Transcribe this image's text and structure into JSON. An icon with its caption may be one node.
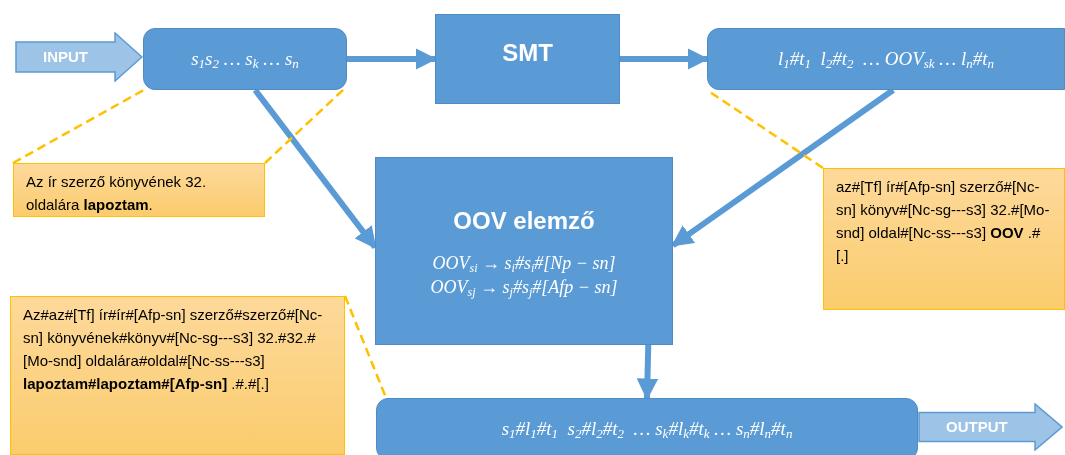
{
  "diagram": {
    "nodes": [
      {
        "text": [
          "INPUT"
        ]
      },
      {
        "text": [
          "s$_{1}$s$_{2}$ … s$_{k}$ … s$_{n}$"
        ]
      },
      {
        "text": [
          "SMT"
        ]
      },
      {
        "text": [
          "l$_{1}$#t$_{1}$  l$_{2}$#t$_{2}$  … OOV$_{sk}$ … l$_{n}$#t$_{n}$"
        ]
      },
      {
        "text": [
          "Az ír szerző könyvének 32. oldalára **lapoztam**."
        ]
      },
      {
        "text": [
          "OOV elemző",
          "OOV$_{si}$ → s$_{i}$#s$_{i}$#[Np − sn]",
          "OOV$_{sj}$ → s$_{j}$#s$_{j}$#[Afp − sn]"
        ]
      },
      {
        "text": [
          "az#[Tf] ír#[Afp-sn] szerző#[Nc-sn] könyv#[Nc-sg---s3] 32.#[Mo-snd] oldal#[Nc-ss---s3] **OOV** .#[.]"
        ]
      },
      {
        "text": [
          "Az#az#[Tf] ír#ír#[Afp-sn] szerző#szerző#[Nc-sn] könyvének#könyv#[Nc-sg---s3] 32.#32.#[Mo-snd] oldalára#oldal#[Nc-ss---s3] **lapoztam#lapoztam#[Afp-sn]** .#.#[.]"
        ]
      },
      {
        "text": [
          "s$_{1}$#l$_{1}$#t$_{1}$  s$_{2}$#l$_{2}$#t$_{2}$  … s$_{k}$#l$_{k}$#t$_{k}$ … s$_{n}$#l$_{n}$#t$_{n}$"
        ]
      },
      {
        "text": [
          "OUTPUT"
        ]
      }
    ],
    "edges": [
      {
        "from": 1,
        "to": 2,
        "arrow": "to"
      },
      {
        "from": 2,
        "to": 3,
        "arrow": "to"
      },
      {
        "from": 1,
        "to": 5,
        "arrow": "to"
      },
      {
        "from": 3,
        "to": 5,
        "arrow": "to"
      },
      {
        "from": 5,
        "to": 8,
        "arrow": "to"
      },
      {
        "from": 4,
        "to": 1,
        "arrow": "none",
        "style": "dashed",
        "color": "#ffc000"
      },
      {
        "from": 4,
        "to": 1,
        "arrow": "none",
        "style": "dashed",
        "color": "#ffc000"
      },
      {
        "from": 6,
        "to": 3,
        "arrow": "none",
        "style": "dashed",
        "color": "#ffc000"
      },
      {
        "from": 7,
        "to": 8,
        "arrow": "none",
        "style": "dashed",
        "color": "#ffc000"
      }
    ]
  }
}
